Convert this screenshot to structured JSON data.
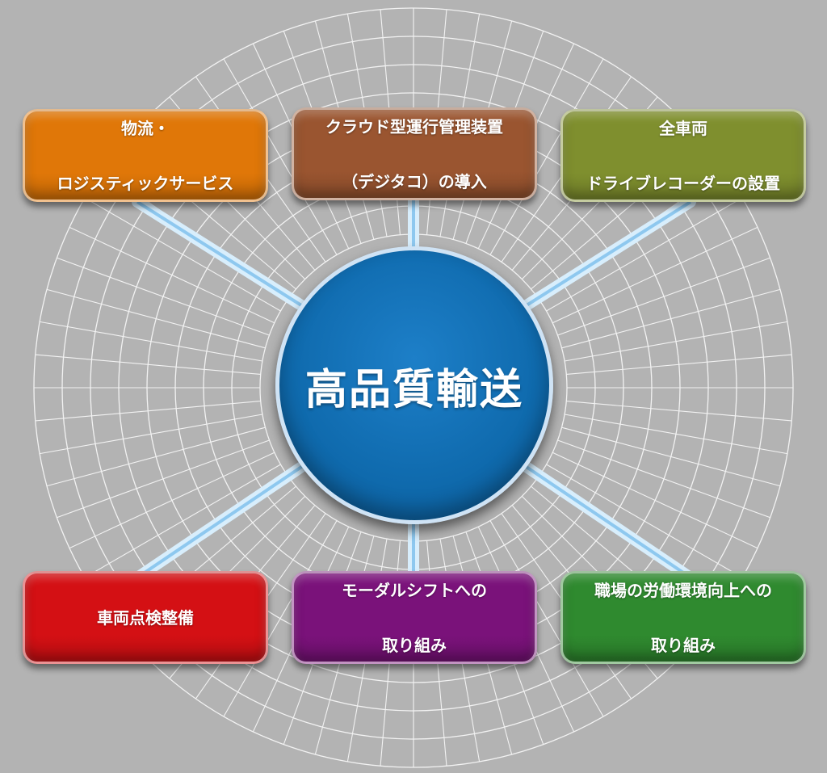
{
  "center": {
    "label": "高品質輸送",
    "color": "#0f6aad"
  },
  "nodes": [
    {
      "id": "logistics",
      "lines": [
        "物流・",
        "ロジスティックサービス"
      ],
      "color": "#e07708"
    },
    {
      "id": "digitacho",
      "lines": [
        "クラウド型運行管理装置",
        "（デジタコ）の導入"
      ],
      "color": "#9a5530"
    },
    {
      "id": "drive-recorder",
      "lines": [
        "全車両",
        "ドライブレコーダーの設置"
      ],
      "color": "#7f8f2e"
    },
    {
      "id": "inspection",
      "lines": [
        "車両点検整備"
      ],
      "color": "#d41014"
    },
    {
      "id": "modal-shift",
      "lines": [
        "モーダルシフトへの",
        "取り組み"
      ],
      "color": "#7a127a"
    },
    {
      "id": "workplace",
      "lines": [
        "職場の労働環境向上への",
        "取り組み"
      ],
      "color": "#2f8a2f"
    }
  ]
}
